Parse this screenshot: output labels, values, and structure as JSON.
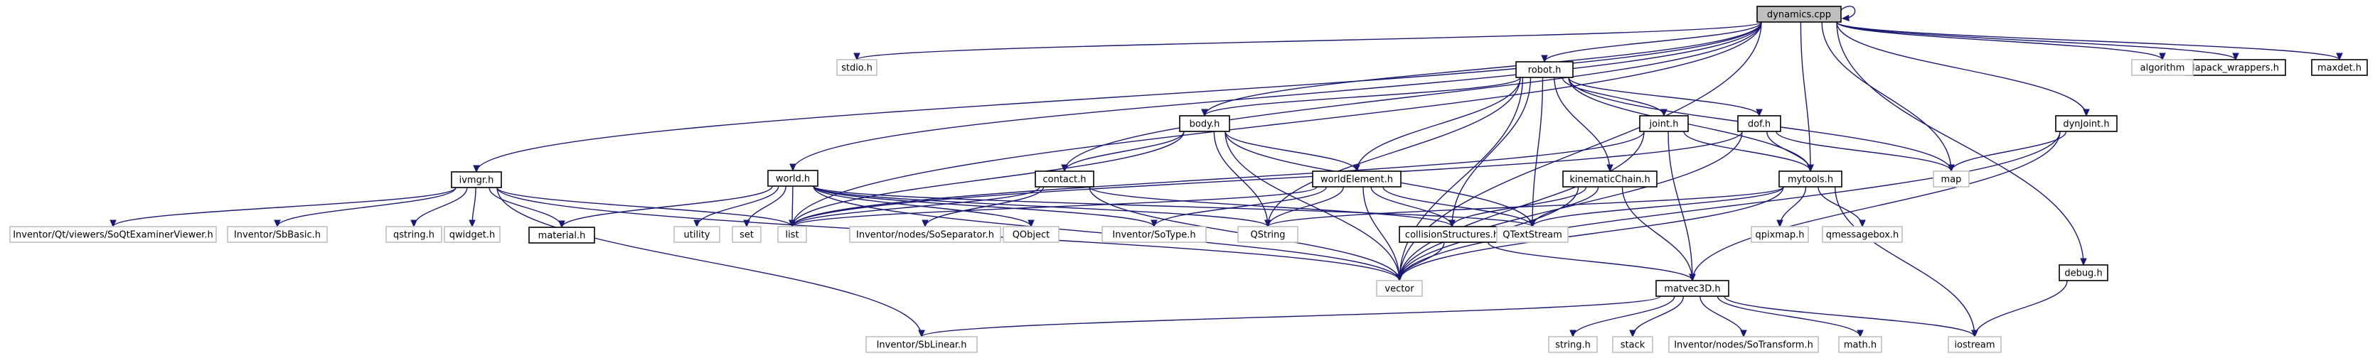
{
  "nodes": [
    {
      "id": "dynamics_cpp",
      "label": "dynamics.cpp",
      "kind": "root"
    },
    {
      "id": "stdio_h",
      "label": "stdio.h",
      "kind": "external"
    },
    {
      "id": "ivmgr_h",
      "label": "ivmgr.h",
      "kind": "local"
    },
    {
      "id": "world_h",
      "label": "world.h",
      "kind": "local"
    },
    {
      "id": "robot_h",
      "label": "robot.h",
      "kind": "local"
    },
    {
      "id": "body_h",
      "label": "body.h",
      "kind": "local"
    },
    {
      "id": "joint_h",
      "label": "joint.h",
      "kind": "local"
    },
    {
      "id": "dof_h",
      "label": "dof.h",
      "kind": "local"
    },
    {
      "id": "contact_h",
      "label": "contact.h",
      "kind": "local"
    },
    {
      "id": "worldElement_h",
      "label": "worldElement.h",
      "kind": "local"
    },
    {
      "id": "kinematicChain_h",
      "label": "kinematicChain.h",
      "kind": "local"
    },
    {
      "id": "mytools_h",
      "label": "mytools.h",
      "kind": "local"
    },
    {
      "id": "collisionStructures_h",
      "label": "collisionStructures.h",
      "kind": "local"
    },
    {
      "id": "matvec3D_h",
      "label": "matvec3D.h",
      "kind": "local"
    },
    {
      "id": "dynJoint_h",
      "label": "dynJoint.h",
      "kind": "local"
    },
    {
      "id": "debug_h",
      "label": "debug.h",
      "kind": "local"
    },
    {
      "id": "lapack_wrappers_h",
      "label": "lapack_wrappers.h",
      "kind": "local"
    },
    {
      "id": "maxdet_h",
      "label": "maxdet.h",
      "kind": "local"
    },
    {
      "id": "material_h",
      "label": "material.h",
      "kind": "local"
    },
    {
      "id": "algorithm",
      "label": "algorithm",
      "kind": "external"
    },
    {
      "id": "map",
      "label": "map",
      "kind": "external"
    },
    {
      "id": "list",
      "label": "list",
      "kind": "external"
    },
    {
      "id": "set",
      "label": "set",
      "kind": "external"
    },
    {
      "id": "utility",
      "label": "utility",
      "kind": "external"
    },
    {
      "id": "vector",
      "label": "vector",
      "kind": "external"
    },
    {
      "id": "QString",
      "label": "QString",
      "kind": "external"
    },
    {
      "id": "QTextStream",
      "label": "QTextStream",
      "kind": "external"
    },
    {
      "id": "QObject",
      "label": "QObject",
      "kind": "external"
    },
    {
      "id": "SoType_h",
      "label": "Inventor/SoType.h",
      "kind": "external"
    },
    {
      "id": "SoSeparator_h",
      "label": "Inventor/nodes/SoSeparator.h",
      "kind": "external"
    },
    {
      "id": "SoQtExaminerViewer_h",
      "label": "Inventor/Qt/viewers/SoQtExaminerViewer.h",
      "kind": "external"
    },
    {
      "id": "SbBasic_h",
      "label": "Inventor/SbBasic.h",
      "kind": "external"
    },
    {
      "id": "qstring_h",
      "label": "qstring.h",
      "kind": "external"
    },
    {
      "id": "qwidget_h",
      "label": "qwidget.h",
      "kind": "external"
    },
    {
      "id": "qpixmap_h",
      "label": "qpixmap.h",
      "kind": "external"
    },
    {
      "id": "qmessagebox_h",
      "label": "qmessagebox.h",
      "kind": "external"
    },
    {
      "id": "SbLinear_h",
      "label": "Inventor/SbLinear.h",
      "kind": "external"
    },
    {
      "id": "string_h",
      "label": "string.h",
      "kind": "external"
    },
    {
      "id": "stack",
      "label": "stack",
      "kind": "external"
    },
    {
      "id": "SoTransform_h",
      "label": "Inventor/nodes/SoTransform.h",
      "kind": "external"
    },
    {
      "id": "math_h",
      "label": "math.h",
      "kind": "external"
    },
    {
      "id": "iostream",
      "label": "iostream",
      "kind": "external"
    }
  ],
  "edges": [
    [
      "dynamics_cpp",
      "dynamics_cpp"
    ],
    [
      "dynamics_cpp",
      "stdio_h"
    ],
    [
      "dynamics_cpp",
      "ivmgr_h"
    ],
    [
      "dynamics_cpp",
      "world_h"
    ],
    [
      "dynamics_cpp",
      "robot_h"
    ],
    [
      "dynamics_cpp",
      "body_h"
    ],
    [
      "dynamics_cpp",
      "contact_h"
    ],
    [
      "dynamics_cpp",
      "mytools_h"
    ],
    [
      "dynamics_cpp",
      "map"
    ],
    [
      "dynamics_cpp",
      "list"
    ],
    [
      "dynamics_cpp",
      "vector"
    ],
    [
      "dynamics_cpp",
      "dynJoint_h"
    ],
    [
      "dynamics_cpp",
      "debug_h"
    ],
    [
      "dynamics_cpp",
      "algorithm"
    ],
    [
      "dynamics_cpp",
      "lapack_wrappers_h"
    ],
    [
      "dynamics_cpp",
      "maxdet_h"
    ],
    [
      "ivmgr_h",
      "SoQtExaminerViewer_h"
    ],
    [
      "ivmgr_h",
      "SbBasic_h"
    ],
    [
      "ivmgr_h",
      "qstring_h"
    ],
    [
      "ivmgr_h",
      "qwidget_h"
    ],
    [
      "ivmgr_h",
      "material_h"
    ],
    [
      "ivmgr_h",
      "list"
    ],
    [
      "ivmgr_h",
      "vector"
    ],
    [
      "ivmgr_h",
      "SbLinear_h"
    ],
    [
      "world_h",
      "material_h"
    ],
    [
      "world_h",
      "utility"
    ],
    [
      "world_h",
      "set"
    ],
    [
      "world_h",
      "list"
    ],
    [
      "world_h",
      "vector"
    ],
    [
      "world_h",
      "QObject"
    ],
    [
      "world_h",
      "QString"
    ],
    [
      "world_h",
      "SoType_h"
    ],
    [
      "world_h",
      "QTextStream"
    ],
    [
      "robot_h",
      "body_h"
    ],
    [
      "robot_h",
      "joint_h"
    ],
    [
      "robot_h",
      "dof_h"
    ],
    [
      "robot_h",
      "worldElement_h"
    ],
    [
      "robot_h",
      "kinematicChain_h"
    ],
    [
      "robot_h",
      "mytools_h"
    ],
    [
      "robot_h",
      "collisionStructures_h"
    ],
    [
      "robot_h",
      "QString"
    ],
    [
      "robot_h",
      "QTextStream"
    ],
    [
      "robot_h",
      "vector"
    ],
    [
      "robot_h",
      "map"
    ],
    [
      "body_h",
      "contact_h"
    ],
    [
      "body_h",
      "worldElement_h"
    ],
    [
      "body_h",
      "list"
    ],
    [
      "body_h",
      "vector"
    ],
    [
      "body_h",
      "QString"
    ],
    [
      "body_h",
      "QTextStream"
    ],
    [
      "joint_h",
      "mytools_h"
    ],
    [
      "joint_h",
      "list"
    ],
    [
      "joint_h",
      "vector"
    ],
    [
      "joint_h",
      "matvec3D_h"
    ],
    [
      "dof_h",
      "mytools_h"
    ],
    [
      "dof_h",
      "map"
    ],
    [
      "dof_h",
      "vector"
    ],
    [
      "dof_h",
      "list"
    ],
    [
      "contact_h",
      "list"
    ],
    [
      "contact_h",
      "SoSeparator_h"
    ],
    [
      "contact_h",
      "collisionStructures_h"
    ],
    [
      "contact_h",
      "vector"
    ],
    [
      "worldElement_h",
      "SoType_h"
    ],
    [
      "worldElement_h",
      "QString"
    ],
    [
      "worldElement_h",
      "vector"
    ],
    [
      "worldElement_h",
      "list"
    ],
    [
      "worldElement_h",
      "collisionStructures_h"
    ],
    [
      "worldElement_h",
      "QTextStream"
    ],
    [
      "kinematicChain_h",
      "collisionStructures_h"
    ],
    [
      "kinematicChain_h",
      "QTextStream"
    ],
    [
      "kinematicChain_h",
      "vector"
    ],
    [
      "kinematicChain_h",
      "matvec3D_h"
    ],
    [
      "mytools_h",
      "QString"
    ],
    [
      "mytools_h",
      "QTextStream"
    ],
    [
      "mytools_h",
      "qpixmap_h"
    ],
    [
      "mytools_h",
      "qmessagebox_h"
    ],
    [
      "mytools_h",
      "iostream"
    ],
    [
      "mytools_h",
      "vector"
    ],
    [
      "collisionStructures_h",
      "vector"
    ],
    [
      "collisionStructures_h",
      "matvec3D_h"
    ],
    [
      "dynJoint_h",
      "map"
    ],
    [
      "dynJoint_h",
      "vector"
    ],
    [
      "dynJoint_h",
      "matvec3D_h"
    ],
    [
      "debug_h",
      "iostream"
    ],
    [
      "matvec3D_h",
      "SbLinear_h"
    ],
    [
      "matvec3D_h",
      "string_h"
    ],
    [
      "matvec3D_h",
      "stack"
    ],
    [
      "matvec3D_h",
      "SoTransform_h"
    ],
    [
      "matvec3D_h",
      "math_h"
    ],
    [
      "matvec3D_h",
      "iostream"
    ]
  ]
}
